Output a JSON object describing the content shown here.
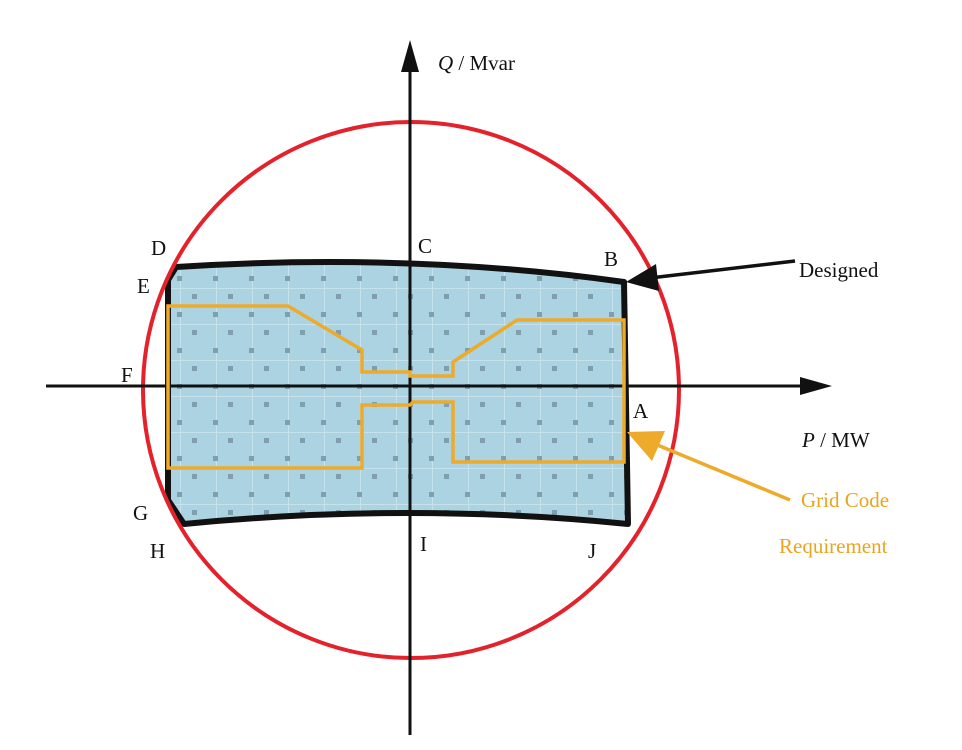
{
  "axes": {
    "q_label_var": "Q",
    "q_label_unit": " / Mvar",
    "p_label_var": "P",
    "p_label_unit": " / MW"
  },
  "points": {
    "A": "A",
    "B": "B",
    "C": "C",
    "D": "D",
    "E": "E",
    "F": "F",
    "G": "G",
    "H": "H",
    "I": "I",
    "J": "J"
  },
  "annotations": {
    "designed": "Designed",
    "grid_code_line1": "Grid Code",
    "grid_code_line2": "Requirement"
  },
  "colors": {
    "circle": "#e3222b",
    "designed_region_fill": "#abd3e1",
    "designed_border": "#111111",
    "grid_code": "#eeaa2a",
    "grid_code_text": "#e9a51f"
  }
}
